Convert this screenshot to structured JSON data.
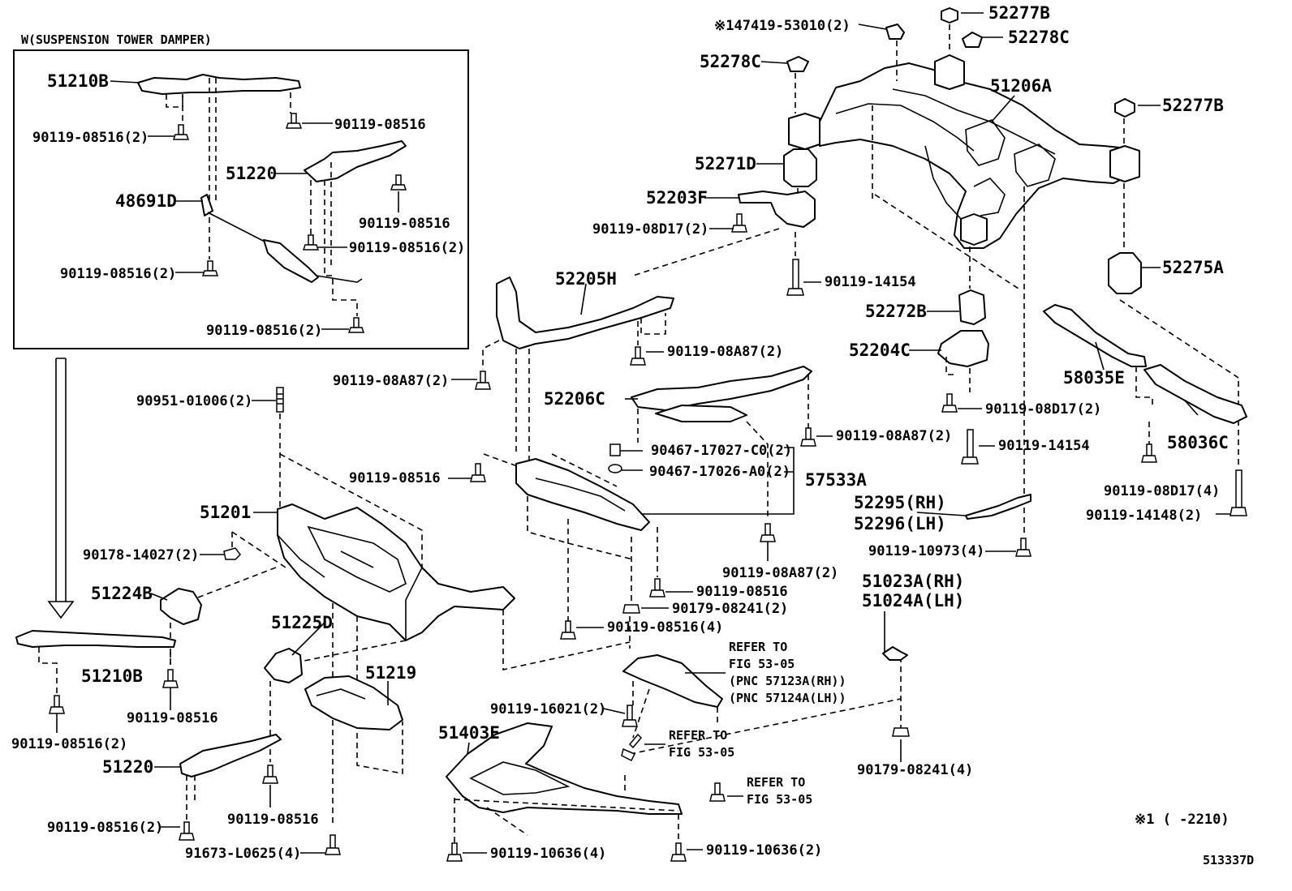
{
  "inset": {
    "title": "W(SUSPENSION TOWER DAMPER)"
  },
  "labels": {
    "l01": "51210B",
    "l02": "90119-08516(2)",
    "l03": "90119-08516",
    "l04": "51220",
    "l05": "90119-08516",
    "l06": "48691D",
    "l07": "90119-08516(2)",
    "l08": "90119-08516(2)",
    "l09": "90119-08516(2)",
    "l10": "※147419-53010(2)",
    "l11": "52277B",
    "l12": "52278C",
    "l13": "52278C",
    "l14": "51206A",
    "l15": "52277B",
    "l16": "52271D",
    "l17": "52203F",
    "l18": "90119-08D17(2)",
    "l19": "90119-14154",
    "l20": "52275A",
    "l21": "52205H",
    "l22": "52272B",
    "l23": "52204C",
    "l24": "90119-08A87(2)",
    "l25": "58035E",
    "l26": "90119-08A87(2)",
    "l27": "52206C",
    "l28": "90119-08D17(2)",
    "l29": "90951-01006(2)",
    "l30": "90119-08A87(2)",
    "l31": "58036C",
    "l32": "90467-17027-C0(2)",
    "l33": "90119-14154",
    "l34": "90467-17026-A0(2)",
    "l35": "57533A",
    "l36": "90119-08516",
    "l37": "52295(RH)",
    "l38": "52296(LH)",
    "l39": "90119-08D17(4)",
    "l40": "51201",
    "l41": "90119-14148(2)",
    "l42": "90178-14027(2)",
    "l43": "90119-10973(4)",
    "l44": "90119-08A87(2)",
    "l45": "51224B",
    "l46": "90119-08516",
    "l47": "51023A(RH)",
    "l48": "51024A(LH)",
    "l49": "90179-08241(2)",
    "l50": "51225D",
    "l51": "90119-08516(4)",
    "l52": "REFER TO",
    "l53": "FIG 53-05",
    "l54": "(PNC 57123A(RH))",
    "l55": "(PNC 57124A(LH))",
    "l56": "51210B",
    "l57": "51219",
    "l58": "90119-08516",
    "l59": "90119-16021(2)",
    "l60": "90119-08516(2)",
    "l61": "51403E",
    "l62": "REFER TO",
    "l63": "FIG 53-05",
    "l64": "90179-08241(4)",
    "l65": "51220",
    "l66": "REFER TO",
    "l67": "FIG 53-05",
    "l68": "90119-08516",
    "l69": "90119-08516(2)",
    "l70": "※1 (     -2210)",
    "l71": "91673-L0625(4)",
    "l72": "90119-10636(4)",
    "l73": "90119-10636(2)",
    "l74": "513337D"
  }
}
